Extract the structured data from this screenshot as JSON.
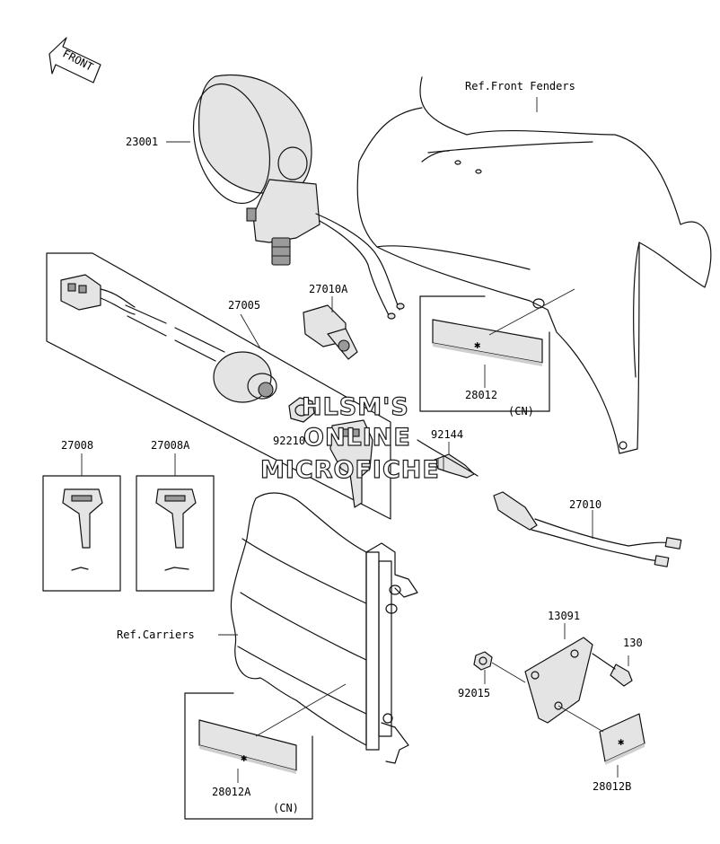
{
  "labels": {
    "front": "FRONT",
    "ref_front_fenders": "Ref.Front Fenders",
    "p23001": "23001",
    "p27005": "27005",
    "p27010A": "27010A",
    "p28012": "28012",
    "cn_top": "(CN)",
    "p92210": "92210",
    "p92144": "92144",
    "p27008": "27008",
    "p27008A": "27008A",
    "p27010": "27010",
    "ref_carriers": "Ref.Carriers",
    "p13091": "13091",
    "p130": "130",
    "p92015": "92015",
    "p28012A": "28012A",
    "cn_bottom": "(CN)",
    "p28012B": "28012B"
  },
  "watermark": {
    "line1": "HLSM'S",
    "line2": "ONLINE",
    "line3": "MICROFICHE"
  }
}
